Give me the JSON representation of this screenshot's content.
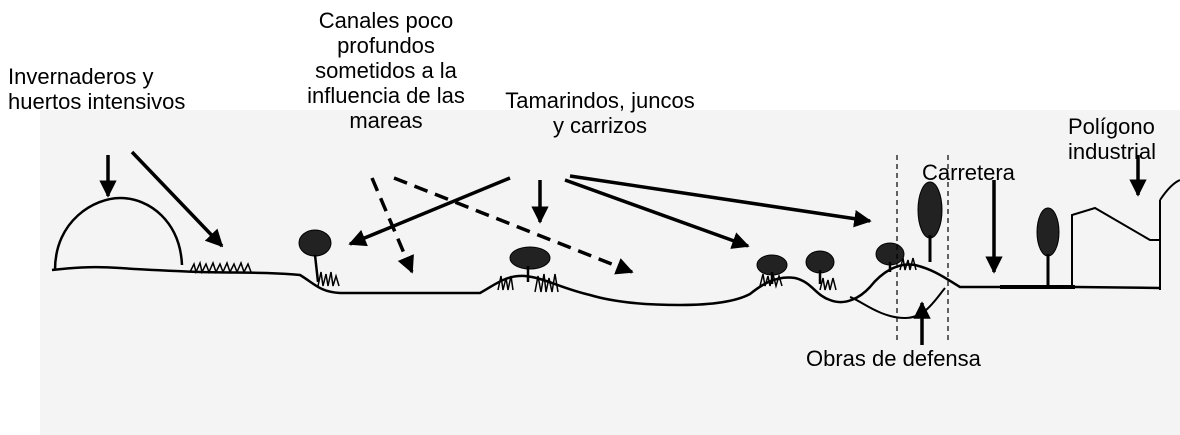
{
  "labels": {
    "invernaderos": [
      "Invernaderos y",
      "huertos intensivos"
    ],
    "canales": [
      "Canales poco",
      "profundos",
      "sometidos a la",
      "influencia de las",
      "mareas"
    ],
    "tamarindos": [
      "Tamarindos, juncos",
      "y carrizos"
    ],
    "carretera": [
      "Carretera"
    ],
    "poligono": [
      "Polígono",
      "industrial"
    ],
    "obras": [
      "Obras de defensa"
    ]
  },
  "colors": {
    "ink": "#000000",
    "paper": "#f4f4f4",
    "background": "#ffffff"
  }
}
